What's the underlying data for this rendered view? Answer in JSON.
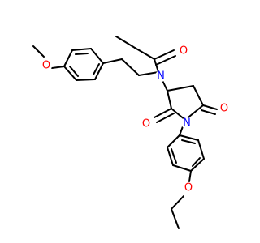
{
  "molecule": {
    "colors": {
      "bond": "#000000",
      "oxygen": "#ff0000",
      "nitrogen": "#0000ff",
      "background": "#ffffff"
    },
    "atoms": [
      {
        "id": "o_amide",
        "element": "O",
        "label": "O"
      },
      {
        "id": "n_amide",
        "element": "N",
        "label": "N"
      },
      {
        "id": "o_methoxy",
        "element": "O",
        "label": "O"
      },
      {
        "id": "n_ring",
        "element": "N",
        "label": "N"
      },
      {
        "id": "o_carbonyl_left",
        "element": "O",
        "label": "O"
      },
      {
        "id": "o_carbonyl_right",
        "element": "O",
        "label": "O"
      },
      {
        "id": "o_ethoxy",
        "element": "O",
        "label": "O"
      }
    ]
  }
}
